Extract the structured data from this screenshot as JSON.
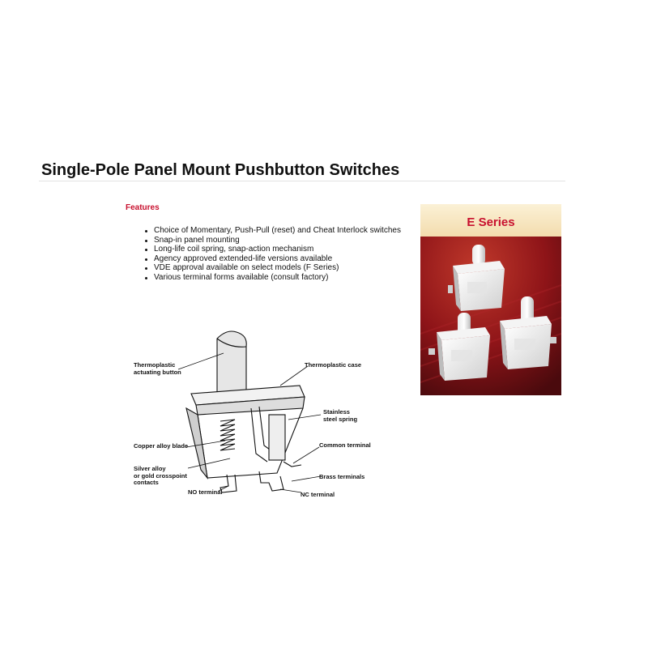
{
  "document": {
    "title": "Single-Pole Panel Mount Pushbutton Switches"
  },
  "features": {
    "heading": "Features",
    "items": [
      "Choice of Momentary, Push-Pull (reset) and Cheat Interlock switches",
      "Snap-in panel mounting",
      "Long-life coil spring, snap-action mechanism",
      "Agency approved extended-life versions available",
      "VDE approval available on select models (F Series)",
      "Various terminal forms available (consult factory)"
    ]
  },
  "product_panel": {
    "series_label": "E Series",
    "colors": {
      "accent": "#c8102e",
      "header_bg": "#f6e3b8",
      "photo_bg": "#7a0f14"
    }
  },
  "diagram": {
    "callouts": {
      "actuating_button": "Thermoplastic\nactuating button",
      "case": "Thermoplastic case",
      "spring": "Stainless\nsteel spring",
      "blade": "Copper alloy blade",
      "common_terminal": "Common terminal",
      "contacts": "Silver alloy\nor gold crosspoint\ncontacts",
      "brass_terminals": "Brass terminals",
      "no_terminal": "NO terminal",
      "nc_terminal": "NC terminal"
    }
  }
}
